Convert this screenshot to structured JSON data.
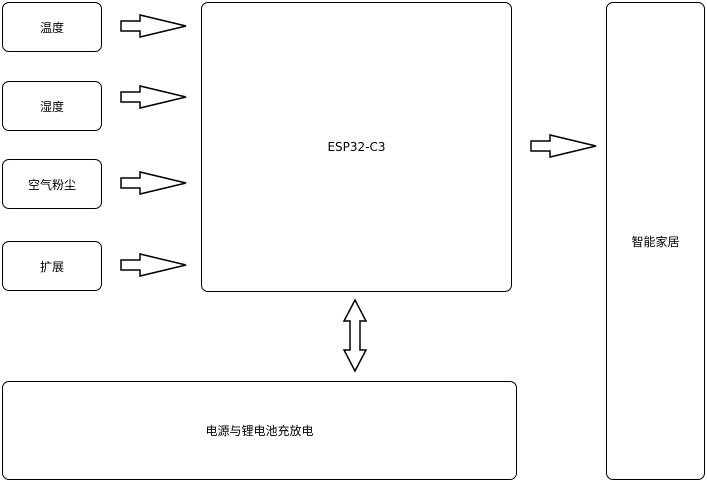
{
  "sensors": [
    {
      "label": "温度"
    },
    {
      "label": "湿度"
    },
    {
      "label": "空气粉尘"
    },
    {
      "label": "扩展"
    }
  ],
  "mcu": {
    "label": "ESP32-C3"
  },
  "smart_home": {
    "label": "智能家居"
  },
  "power": {
    "label": "电源与锂电池充放电"
  }
}
